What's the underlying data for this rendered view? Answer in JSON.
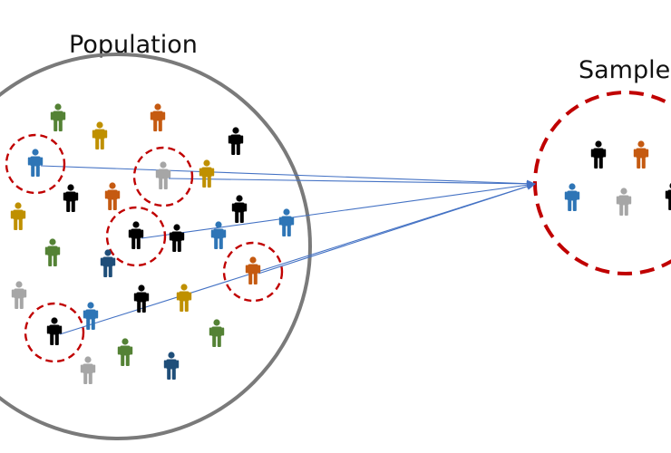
{
  "population_label": "Population",
  "sample_label": "Sample",
  "colors": {
    "circle_outline": "#7a7a7a",
    "selection_ring": "#c00000",
    "arrow": "#4472c4",
    "green": "#548235",
    "orange": "#c55a11",
    "gold": "#bf9000",
    "black": "#000000",
    "blue": "#2e75b6",
    "gray": "#a6a6a6",
    "navy": "#1f4e79"
  },
  "population": [
    {
      "color": "green"
    },
    {
      "color": "orange"
    },
    {
      "color": "gold"
    },
    {
      "color": "black"
    },
    {
      "color": "blue",
      "selected": true
    },
    {
      "color": "gray",
      "selected": true
    },
    {
      "color": "gold"
    },
    {
      "color": "black"
    },
    {
      "color": "orange"
    },
    {
      "color": "gold"
    },
    {
      "color": "black"
    },
    {
      "color": "black",
      "selected": true
    },
    {
      "color": "black"
    },
    {
      "color": "blue"
    },
    {
      "color": "blue"
    },
    {
      "color": "green"
    },
    {
      "color": "navy"
    },
    {
      "color": "orange",
      "selected": true
    },
    {
      "color": "gray"
    },
    {
      "color": "black"
    },
    {
      "color": "gold"
    },
    {
      "color": "blue"
    },
    {
      "color": "black",
      "selected": true
    },
    {
      "color": "green"
    },
    {
      "color": "gray"
    },
    {
      "color": "green"
    },
    {
      "color": "navy"
    }
  ],
  "sample": [
    {
      "color": "black"
    },
    {
      "color": "orange"
    },
    {
      "color": "blue"
    },
    {
      "color": "gray"
    },
    {
      "color": "black"
    }
  ]
}
